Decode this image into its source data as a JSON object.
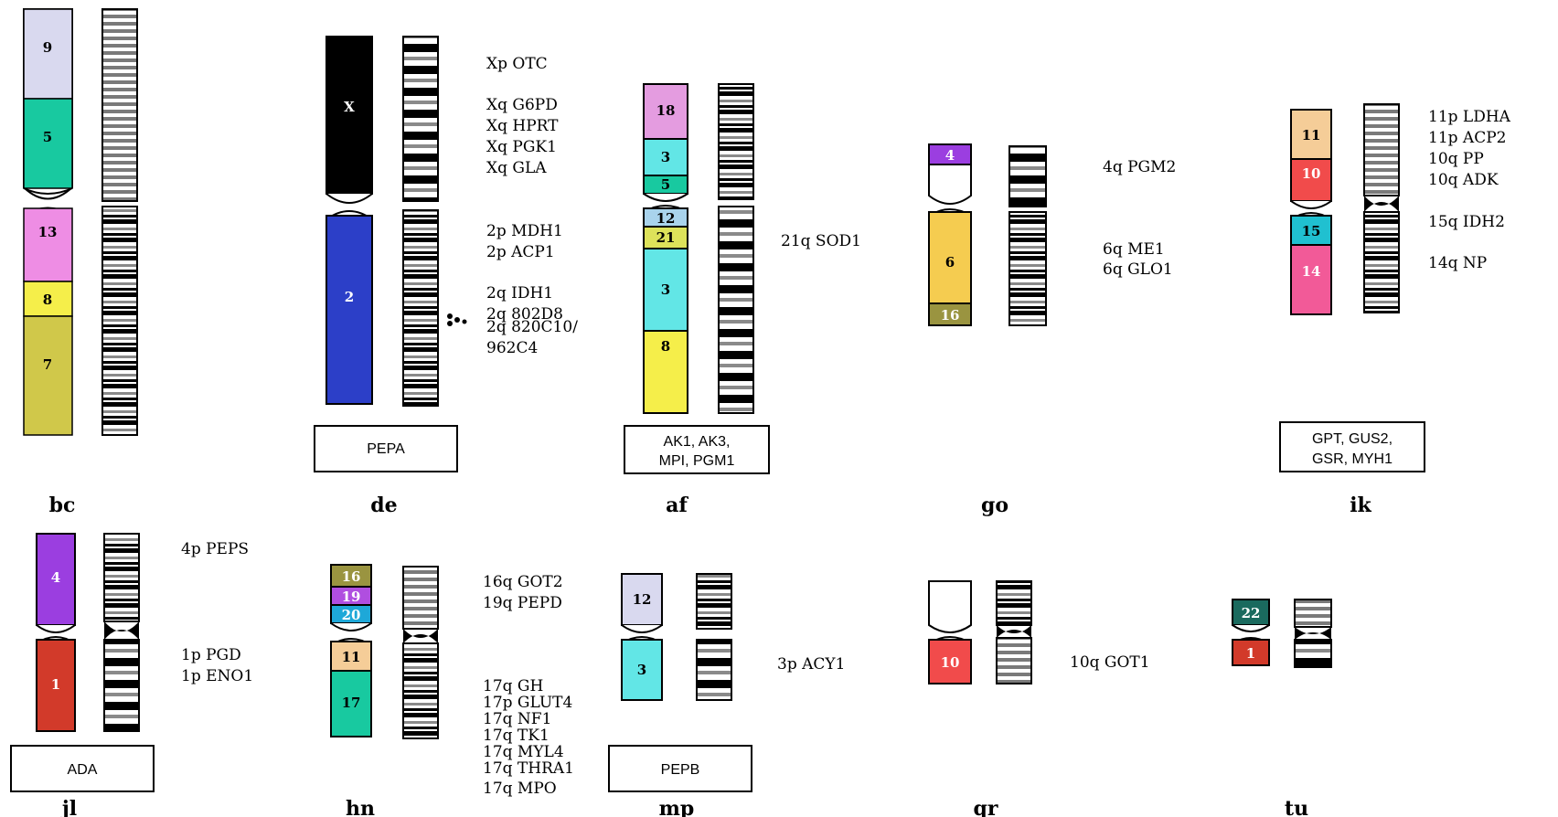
{
  "groups": [
    {
      "id": "bc",
      "label": "bc",
      "segments": [
        {
          "label": "9",
          "color": "#d9d9ef",
          "text": "#000000"
        },
        {
          "label": "5",
          "color": "#18c9a0",
          "text": "#000000"
        },
        {
          "label": "13",
          "color": "#ee8de4",
          "text": "#000000"
        },
        {
          "label": "8",
          "color": "#f5ee4a",
          "text": "#000000"
        },
        {
          "label": "7",
          "color": "#d0c84a",
          "text": "#000000"
        }
      ],
      "genes": [],
      "box": []
    },
    {
      "id": "de",
      "label": "de",
      "segments": [
        {
          "label": "X",
          "color": "#000000",
          "text": "#ffffff"
        },
        {
          "label": "2",
          "color": "#2c3fc8",
          "text": "#ffffff"
        }
      ],
      "genes": [
        "Xp OTC",
        "Xq G6PD",
        "Xq HPRT",
        "Xq PGK1",
        "Xq GLA",
        "2p MDH1",
        "2p ACP1",
        "2q IDH1",
        "2q 802D8",
        "2q 820C10/",
        "962C4"
      ],
      "box": [
        "PEPA"
      ]
    },
    {
      "id": "af",
      "label": "af",
      "segments": [
        {
          "label": "18",
          "color": "#e49ce0",
          "text": "#000000"
        },
        {
          "label": "3",
          "color": "#62e6e6",
          "text": "#000000"
        },
        {
          "label": "5",
          "color": "#18c9a0",
          "text": "#000000"
        },
        {
          "label": "12",
          "color": "#a9d3ec",
          "text": "#000000"
        },
        {
          "label": "21",
          "color": "#dde25a",
          "text": "#000000"
        },
        {
          "label": "3",
          "color": "#62e6e6",
          "text": "#000000"
        },
        {
          "label": "8",
          "color": "#f5ee4a",
          "text": "#000000"
        }
      ],
      "genes": [
        "21q SOD1"
      ],
      "box": [
        "AK1, AK3,",
        "MPI, PGM1"
      ]
    },
    {
      "id": "go",
      "label": "go",
      "segments": [
        {
          "label": "4",
          "color": "#9b3ee0",
          "text": "#ffffff"
        },
        {
          "label": "",
          "color": "#ffffff",
          "text": "#000000"
        },
        {
          "label": "6",
          "color": "#f5cc50",
          "text": "#000000"
        },
        {
          "label": "16",
          "color": "#9a9440",
          "text": "#ffffff"
        }
      ],
      "genes": [
        "4q PGM2",
        "6q ME1",
        "6q GLO1"
      ],
      "box": []
    },
    {
      "id": "ik",
      "label": "ik",
      "segments": [
        {
          "label": "11",
          "color": "#f5cd98",
          "text": "#000000"
        },
        {
          "label": "10",
          "color": "#f14b4b",
          "text": "#ffffff"
        },
        {
          "label": "15",
          "color": "#20c0d0",
          "text": "#000000"
        },
        {
          "label": "14",
          "color": "#f25a98",
          "text": "#ffffff"
        }
      ],
      "genes": [
        "11p LDHA",
        "11p ACP2",
        "10q PP",
        "10q ADK",
        "15q IDH2",
        "14q NP"
      ],
      "box": [
        "GPT, GUS2,",
        "GSR, MYH1"
      ]
    },
    {
      "id": "jl",
      "label": "jl",
      "segments": [
        {
          "label": "4",
          "color": "#9b3ee0",
          "text": "#ffffff"
        },
        {
          "label": "1",
          "color": "#d23a2a",
          "text": "#ffffff"
        }
      ],
      "genes": [
        "4p PEPS",
        "1p PGD",
        "1p ENO1"
      ],
      "box": [
        "ADA"
      ]
    },
    {
      "id": "hn",
      "label": "hn",
      "segments": [
        {
          "label": "16",
          "color": "#9a9440",
          "text": "#ffffff"
        },
        {
          "label": "19",
          "color": "#b04ee0",
          "text": "#ffffff"
        },
        {
          "label": "20",
          "color": "#1ea8d8",
          "text": "#ffffff"
        },
        {
          "label": "11",
          "color": "#f5cd98",
          "text": "#000000"
        },
        {
          "label": "17",
          "color": "#18c9a0",
          "text": "#000000"
        }
      ],
      "genes": [
        "16q GOT2",
        "19q PEPD",
        "17q GH",
        "17p GLUT4",
        "17q NF1",
        "17q TK1",
        "17q MYL4",
        "17q THRA1",
        "17q MPO"
      ],
      "box": []
    },
    {
      "id": "mp",
      "label": "mp",
      "segments": [
        {
          "label": "12",
          "color": "#d9d9ef",
          "text": "#000000"
        },
        {
          "label": "3",
          "color": "#62e6e6",
          "text": "#000000"
        }
      ],
      "genes": [
        "3p  ACY1"
      ],
      "box": [
        "PEPB"
      ]
    },
    {
      "id": "qr",
      "label": "qr",
      "segments": [
        {
          "label": "",
          "color": "#ffffff",
          "text": "#000000"
        },
        {
          "label": "10",
          "color": "#f14b4b",
          "text": "#ffffff"
        }
      ],
      "genes": [
        "10q GOT1"
      ],
      "box": []
    },
    {
      "id": "tu",
      "label": "tu",
      "segments": [
        {
          "label": "22",
          "color": "#1a6a5e",
          "text": "#ffffff"
        },
        {
          "label": "1",
          "color": "#d23a2a",
          "text": "#ffffff"
        }
      ],
      "genes": [],
      "box": []
    }
  ]
}
